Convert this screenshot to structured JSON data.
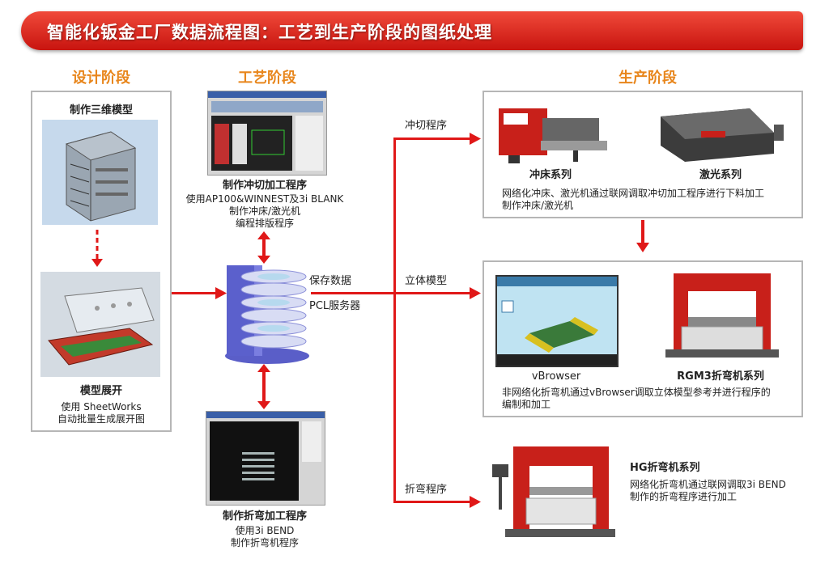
{
  "title": "智能化钣金工厂数据流程图：工艺到生产阶段的图纸处理",
  "stages": {
    "design": "设计阶段",
    "process": "工艺阶段",
    "production": "生产阶段"
  },
  "design": {
    "model3d_title": "制作三维模型",
    "unfold_title": "模型展开",
    "unfold_desc1": "使用 SheetWorks",
    "unfold_desc2": "自动批量生成展开图"
  },
  "process": {
    "cut_title": "制作冲切加工程序",
    "cut_desc1": "使用AP100&WINNEST及3i BLANK",
    "cut_desc2": "制作冲床/激光机",
    "cut_desc3": "编程排版程序",
    "bend_title": "制作折弯加工程序",
    "bend_desc1": "使用3i BEND",
    "bend_desc2": "制作折弯机程序"
  },
  "server": {
    "label1": "保存数据",
    "label2": "PCL服务器"
  },
  "flows": {
    "cut": "冲切程序",
    "model": "立体模型",
    "bend": "折弯程序"
  },
  "production": {
    "punch_label": "冲床系列",
    "laser_label": "激光系列",
    "net_desc1": "网络化冲床、激光机通过联网调取冲切加工程序进行下料加工",
    "net_desc2": "制作冲床/激光机",
    "vbrowser_label": "vBrowser",
    "rgm3_label": "RGM3折弯机系列",
    "rgm3_desc1": "非网络化折弯机通过vBrowser调取立体模型参考并进行程序的",
    "rgm3_desc2": "编制和加工",
    "hg_label": "HG折弯机系列",
    "hg_desc1": "网络化折弯机通过联网调取3i BEND",
    "hg_desc2": "制作的折弯程序进行加工"
  }
}
